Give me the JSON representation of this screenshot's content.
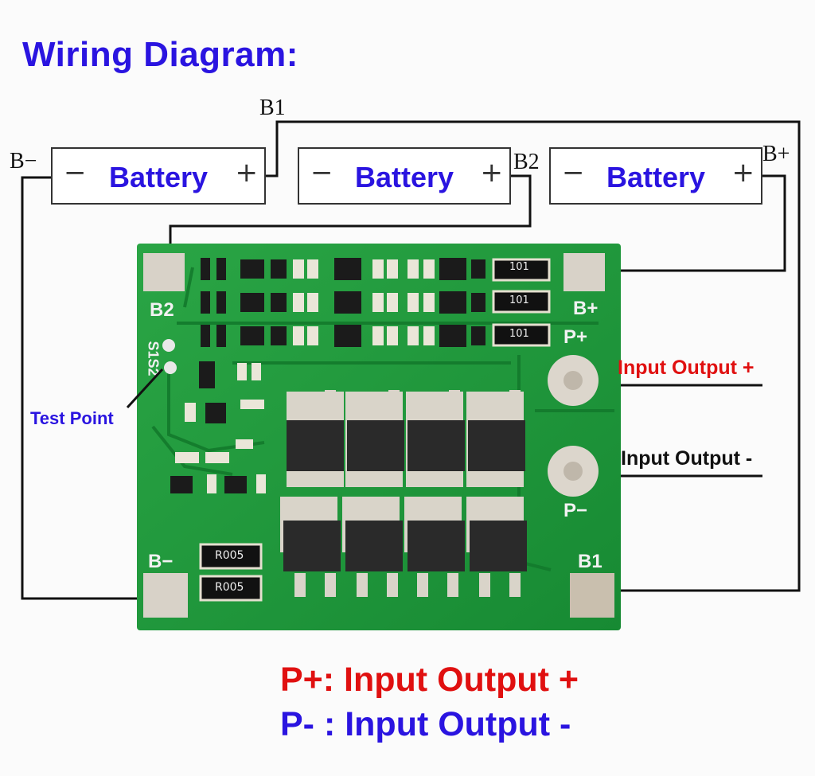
{
  "title": "Wiring Diagram:",
  "wire_labels": {
    "b_minus": "B−",
    "b1": "B1",
    "b2": "B2",
    "b_plus": "B+"
  },
  "batteries": [
    {
      "label": "Battery",
      "minus": "−",
      "plus": "+"
    },
    {
      "label": "Battery",
      "minus": "−",
      "plus": "+"
    },
    {
      "label": "Battery",
      "minus": "−",
      "plus": "+"
    }
  ],
  "board": {
    "pads": {
      "b2": "B2",
      "b_plus": "B+",
      "p_plus": "P+",
      "p_minus": "P−",
      "b1": "B1",
      "b_minus": "B−"
    },
    "test_point_pads": "S1S2",
    "resistor_codes": [
      "101",
      "101",
      "101"
    ],
    "shunt_codes": [
      "R005",
      "R005"
    ]
  },
  "callouts": {
    "test_point": "Test Point",
    "input_output_plus": "Input Output +",
    "input_output_minus": "Input Output -"
  },
  "footer": {
    "line1": "P+: Input Output +",
    "line2": "P- : Input Output -"
  },
  "colors": {
    "title_blue": "#2a14e0",
    "red": "#e01010",
    "pcb_green": "#1f9a3a",
    "pad_silver": "#d8d2c8"
  }
}
